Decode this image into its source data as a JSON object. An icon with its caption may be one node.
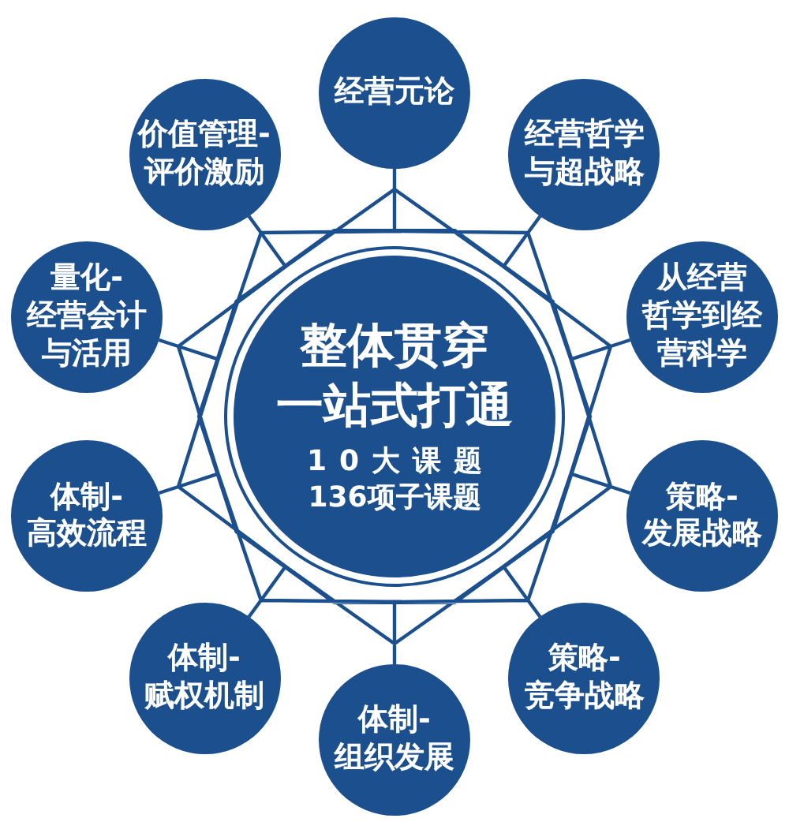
{
  "diagram": {
    "nodes": [
      {
        "text": [
          "整体贯穿一站式打通",
          "10大课题",
          "136项子课题"
        ]
      },
      {
        "text": [
          "经营元论"
        ]
      },
      {
        "text": [
          "经营哲学与超战略"
        ]
      },
      {
        "text": [
          "从经营哲学到经营科学"
        ]
      },
      {
        "text": [
          "策略-发展战略"
        ]
      },
      {
        "text": [
          "策略-竞争战略"
        ]
      },
      {
        "text": [
          "体制-组织发展"
        ]
      },
      {
        "text": [
          "体制-赋权机制"
        ]
      },
      {
        "text": [
          "体制-高效流程"
        ]
      },
      {
        "text": [
          "量化-经营会计与活用"
        ]
      },
      {
        "text": [
          "价值管理-评价激励"
        ]
      }
    ]
  }
}
